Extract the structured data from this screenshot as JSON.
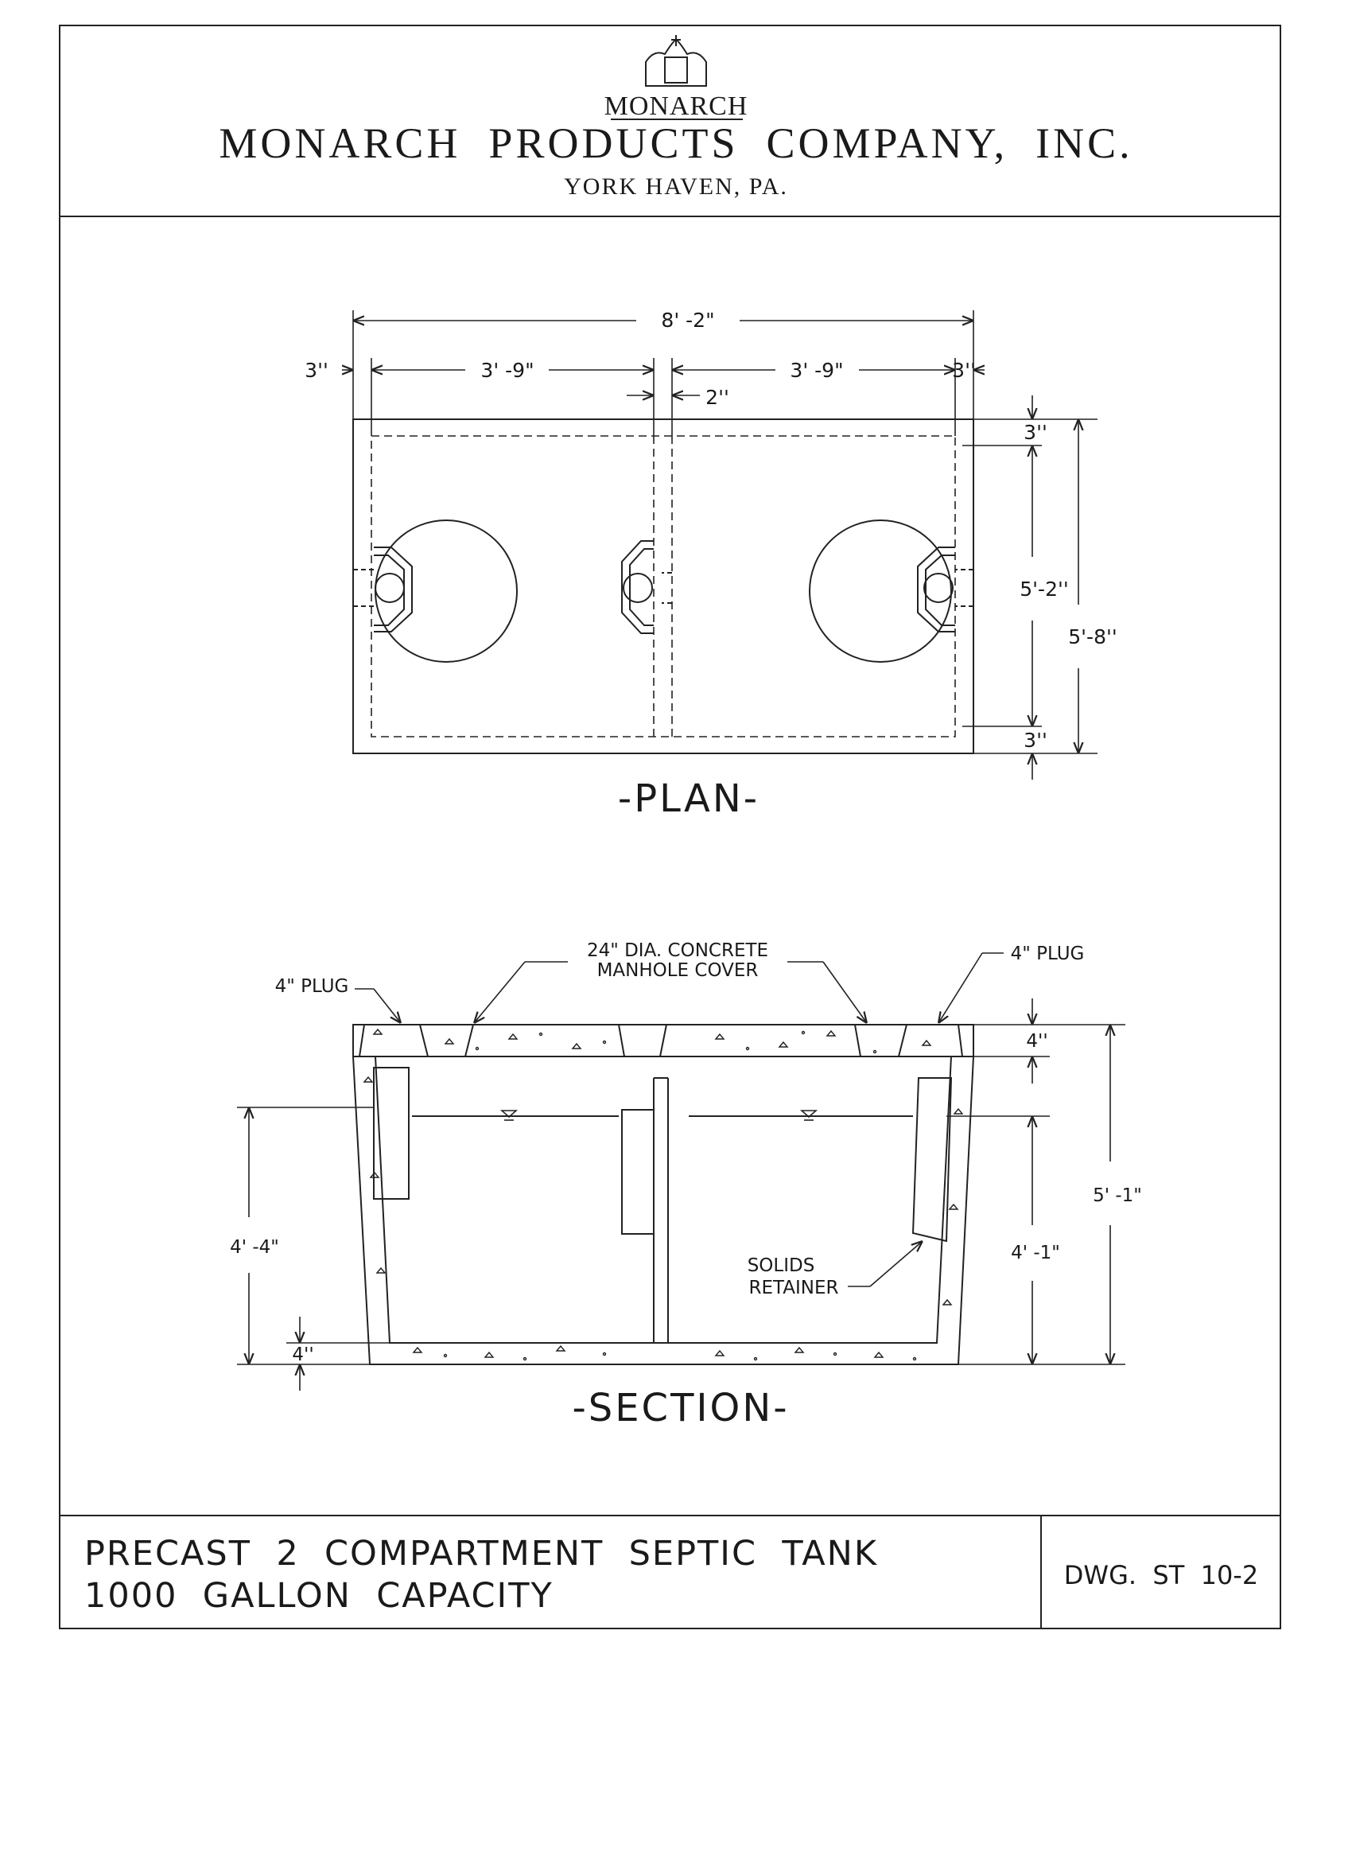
{
  "header": {
    "logo_word": "MONARCH",
    "company": "MONARCH  PRODUCTS  COMPANY,  INC.",
    "location": "YORK HAVEN, PA."
  },
  "plan": {
    "label": "-PLAN-",
    "dims": {
      "overall_length": "8' -2\"",
      "end_wall_left": "3''",
      "end_wall_right": "3''",
      "compartment_left": "3' -9\"",
      "compartment_right": "3' -9\"",
      "partition": "2''",
      "side_wall_top": "3''",
      "side_wall_bottom": "3''",
      "inner_width": "5'-2''",
      "outer_width": "5'-8''"
    }
  },
  "section": {
    "label": "-SECTION-",
    "callouts": {
      "plug_left": "4\" PLUG",
      "plug_right": "4\" PLUG",
      "manhole_line1": "24\" DIA. CONCRETE",
      "manhole_line2": "MANHOLE COVER",
      "retainer_line1": "SOLIDS",
      "retainer_line2": "RETAINER"
    },
    "dims": {
      "left_height": "4' -4\"",
      "bottom_slab": "4''",
      "top_slab": "4''",
      "liquid_depth": "4' -1\"",
      "overall_height": "5' -1\""
    }
  },
  "title_block": {
    "line1": "PRECAST  2  COMPARTMENT  SEPTIC  TANK",
    "line2": "1000  GALLON  CAPACITY",
    "drawing_no": "DWG.  ST  10-2"
  }
}
